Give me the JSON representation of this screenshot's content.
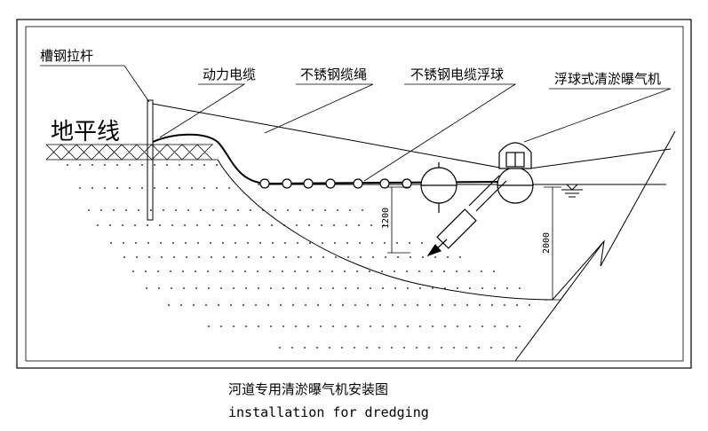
{
  "labels": {
    "channel_rod": "槽钢拉杆",
    "power_cable": "动力电缆",
    "steel_rope": "不锈钢缆绳",
    "cable_float": "不锈钢电缆浮球",
    "aerator": "浮球式清淤曝气机",
    "ground_line": "地平线"
  },
  "dimensions": {
    "depth_small": "1200",
    "depth_large": "2000"
  },
  "caption": {
    "title_cn": "河道专用清淤曝气机安装图",
    "title_en": "installation for dredging"
  }
}
